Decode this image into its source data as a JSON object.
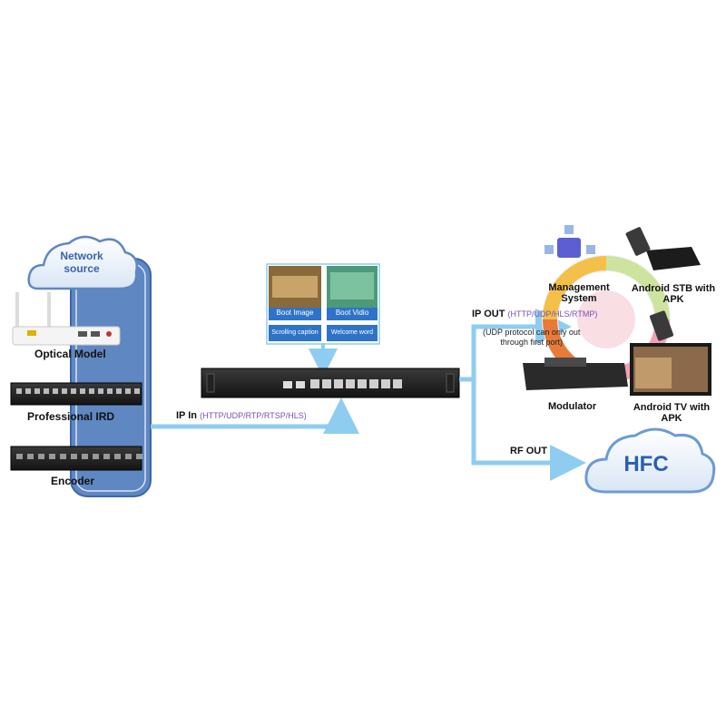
{
  "cloud_source": {
    "line1": "Network",
    "line2": "source"
  },
  "sources": [
    {
      "label": "Optical Model"
    },
    {
      "label": "Professional IRD"
    },
    {
      "label": "Encoder"
    }
  ],
  "ip_in": {
    "label": "IP In",
    "protocols": "(HTTP/UDP/RTP/RTSP/HLS)"
  },
  "panels": {
    "boot_image": "Boot Image",
    "boot_video": "Boot Vidio",
    "scrolling_caption": "Scrolling caption",
    "welcome_word": "Welcome word"
  },
  "ip_out": {
    "label": "IP OUT",
    "protocols": "(HTTP/UDP/HLS/RTMP)",
    "note_line1": "(UDP protocol can only out",
    "note_line2": "through first port)"
  },
  "management": {
    "line1": "Management",
    "line2": "System"
  },
  "modulator": "Modulator",
  "android_stb": {
    "line1": "Android STB with",
    "line2": "APK"
  },
  "android_tv": {
    "line1": "Android TV with",
    "line2": "APK"
  },
  "rf_out": "RF OUT",
  "hfc": "HFC",
  "colors": {
    "arrow": "#8ecdf0",
    "source_panel": "#5f87c2",
    "panel_header": "#2f73c8",
    "protocol_text": "#7a4fb0",
    "hfc_text": "#2a5fb0"
  }
}
